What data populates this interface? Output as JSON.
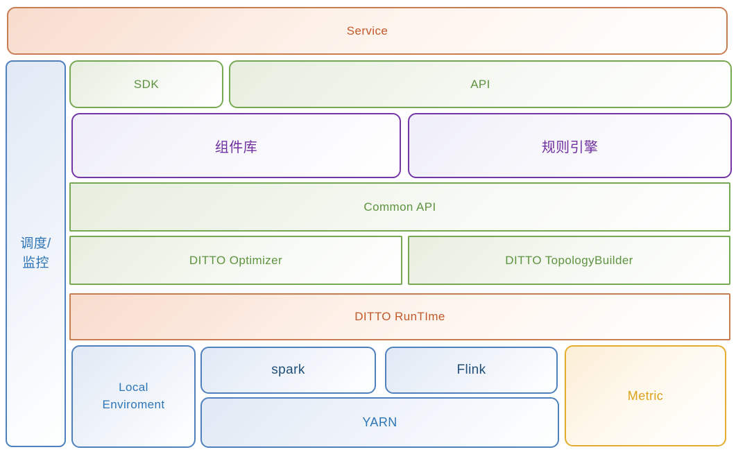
{
  "diagram": {
    "blocks": {
      "service": {
        "label": "Service"
      },
      "scheduler_monitor": {
        "label": "调度/监控"
      },
      "sdk": {
        "label": "SDK"
      },
      "api": {
        "label": "API"
      },
      "component_library": {
        "label": "组件库"
      },
      "rule_engine": {
        "label": "规则引擎"
      },
      "common_api": {
        "label": "Common API"
      },
      "ditto_optimizer": {
        "label": "DITTO Optimizer"
      },
      "ditto_topology_builder": {
        "label": "DITTO TopologyBuilder"
      },
      "ditto_runtime": {
        "label": "DITTO RunTIme"
      },
      "local_enviroment": {
        "label": "Local Enviroment"
      },
      "spark": {
        "label": "spark"
      },
      "flink": {
        "label": "Flink"
      },
      "yarn": {
        "label": "YARN"
      },
      "metric": {
        "label": "Metric"
      }
    },
    "colors": {
      "orange_border": "#C87C52",
      "orange_text": "#C2592B",
      "green_border": "#76A951",
      "green_text": "#5E9340",
      "purple_border": "#7435A5",
      "purple_text": "#7030A0",
      "blue_border": "#4E81BD",
      "blue_text": "#2E75B6",
      "navy_text": "#1F4E79",
      "gold_border": "#E5AD2F",
      "gold_text": "#DCA21D"
    }
  }
}
